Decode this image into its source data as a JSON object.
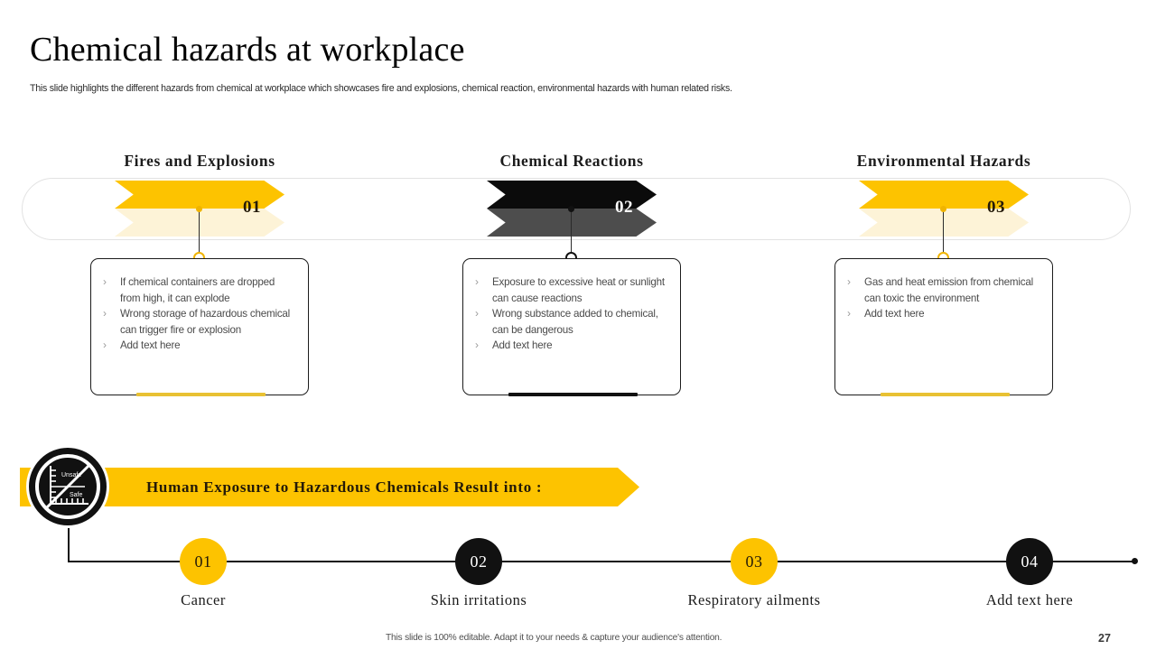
{
  "slide": {
    "title": "Chemical hazards at workplace",
    "subtitle": "This slide highlights the different hazards from chemical at workplace which showcases fire and explosions, chemical reaction, environmental hazards with human related risks.",
    "footer_note": "This slide is 100% editable. Adapt it to your needs & capture your audience's attention.",
    "page_number": "27"
  },
  "colors": {
    "accent_yellow": "#FDC300",
    "accent_yellow_light": "#FDF3D7",
    "accent_yellow_border": "#E8C65A",
    "dark": "#111111",
    "dark_gray": "#4D4D4D",
    "bar_yellow": "#E8C133",
    "text_dark": "#1C1C1C",
    "body_text": "#4A4A4A"
  },
  "hazards": [
    {
      "heading": "Fires and Explosions",
      "number": "01",
      "number_color": "#241a08",
      "chevron_top": "#FDC300",
      "chevron_bottom": "#FDF3D7",
      "accent_bar": "#E8C133",
      "dot_color": "#F0B400",
      "ring_color": "#F0B400",
      "bullets": [
        "If chemical containers are dropped from high, it can explode",
        "Wrong storage of hazardous chemical can trigger fire or explosion",
        "Add text here"
      ]
    },
    {
      "heading": "Chemical Reactions",
      "number": "02",
      "number_color": "#ffffff",
      "chevron_top": "#0B0B0B",
      "chevron_bottom": "#4D4D4D",
      "accent_bar": "#111111",
      "dot_color": "#111111",
      "ring_color": "#111111",
      "bullets": [
        "Exposure to excessive heat or sunlight can cause reactions",
        "Wrong substance added to chemical, can be dangerous",
        "Add text here"
      ]
    },
    {
      "heading": "Environmental Hazards",
      "number": "03",
      "number_color": "#241a08",
      "chevron_top": "#FDC300",
      "chevron_bottom": "#FDF3D7",
      "accent_bar": "#E8C133",
      "dot_color": "#F0B400",
      "ring_color": "#F0B400",
      "bullets": [
        "Gas and heat emission from chemical can toxic the environment",
        "Add text here"
      ]
    }
  ],
  "result_banner": {
    "label": "Human Exposure to Hazardous Chemicals Result into :",
    "icon_name": "unsafe-safe-gauge-icon",
    "icon_labels": {
      "top": "Unsafe",
      "bottom": "Safe"
    }
  },
  "timeline": [
    {
      "number": "01",
      "label": "Cancer",
      "fill": "#FDC300",
      "text_color": "#241a08"
    },
    {
      "number": "02",
      "label": "Skin irritations",
      "fill": "#111111",
      "text_color": "#ffffff"
    },
    {
      "number": "03",
      "label": "Respiratory ailments",
      "fill": "#FDC300",
      "text_color": "#241a08"
    },
    {
      "number": "04",
      "label": "Add text here",
      "fill": "#111111",
      "text_color": "#ffffff"
    }
  ],
  "bullet_glyph": "›"
}
